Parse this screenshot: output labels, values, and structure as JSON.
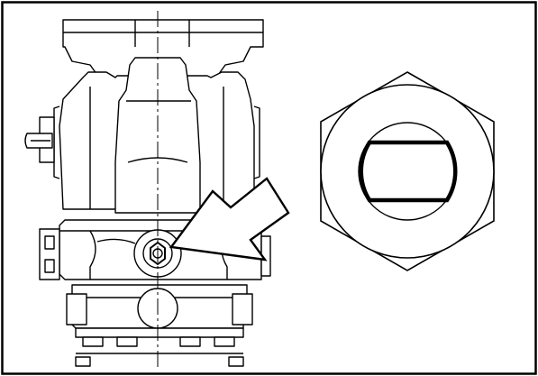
{
  "figure": {
    "left_view": "pump-side-view",
    "right_view": "hex-fitting-detail",
    "arrow": "location-arrow",
    "line_color": "#000000",
    "background": "#ffffff"
  }
}
